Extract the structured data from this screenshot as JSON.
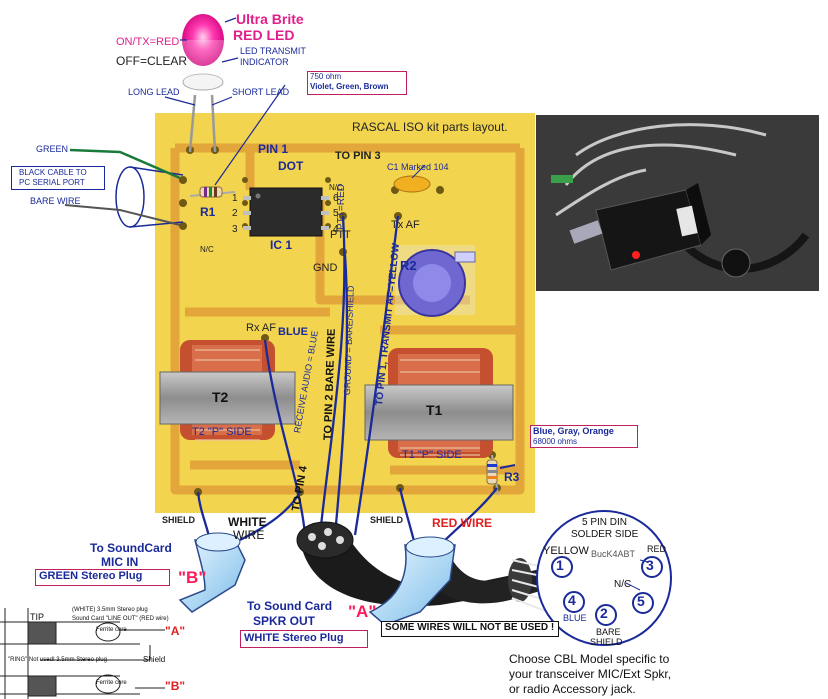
{
  "led": {
    "title1": "Ultra Brite",
    "title2": "RED LED",
    "on_state": "ON/TX=RED",
    "off_state": "OFF=CLEAR",
    "indicator1": "LED TRANSMIT",
    "indicator2": "INDICATOR",
    "long_lead": "LONG LEAD",
    "short_lead": "SHORT LEAD"
  },
  "resistor_r1": {
    "ohms": "750 ohm",
    "colors": "Violet, Green, Brown",
    "ref": "R1"
  },
  "board": {
    "title": "RASCAL ISO kit parts layout.",
    "pin1": "PIN 1",
    "dot": "DOT",
    "ic": "IC 1",
    "pins_left": [
      "1",
      "2",
      "3"
    ],
    "pins_right": [
      "6",
      "5",
      "4"
    ],
    "nc_left": "N/C",
    "nc_right": "N/C",
    "ptt": "PTT",
    "gnd": "GND",
    "tx_af": "Tx AF",
    "rx_af": "Rx AF",
    "blue": "BLUE",
    "c1": "C1 Marked 104",
    "to_pin3": "TO PIN 3",
    "ptt_red": "PTT=RED",
    "r2": "R2",
    "t1": "T1",
    "t2": "T2",
    "t1_side": "T1 \"P\" SIDE",
    "t2_side": "T2 \"P\" SIDE",
    "r3": "R3",
    "to_pin1": "TO PIN 1, TRANSMIT AF=YELLOW",
    "to_pin2": "TO PIN 2 BARE WIRE",
    "ground": "GROUND = BARE/SHIELD",
    "receive_audio": "RECEIVE AUDIO = BLUE",
    "to_pin4": "TO PIN 4"
  },
  "cable": {
    "green": "GREEN",
    "black_cable1": "BLACK CABLE TO",
    "black_cable2": "PC SERIAL PORT",
    "bare_wire": "BARE WIRE"
  },
  "r3_info": {
    "colors": "Blue, Gray, Orange",
    "ohms": "68000 ohms"
  },
  "plug_b": {
    "shield": "SHIELD",
    "white": "WHITE",
    "wire": "WIRE",
    "title1": "To SoundCard",
    "title2": "MIC IN",
    "plug": "GREEN Stereo Plug",
    "letter": "\"B\""
  },
  "plug_a": {
    "shield": "SHIELD",
    "red_wire": "RED WIRE",
    "title1": "To Sound Card",
    "title2": "SPKR OUT",
    "plug": "WHITE Stereo Plug",
    "letter": "\"A\"",
    "warning": "SOME WIRES WILL NOT BE USED !"
  },
  "din": {
    "title1": "5 PIN DIN",
    "title2": "SOLDER SIDE",
    "callsign": "BucK4ABT",
    "yellow": "YELLOW",
    "red": "RED",
    "nc": "N/C",
    "blue": "BLUE",
    "bare": "BARE",
    "shield": "SHIELD",
    "pins": [
      "1",
      "3",
      "4",
      "2",
      "5"
    ]
  },
  "inset": {
    "tip": "TIP",
    "line1": "(WHITE) 3.5mm Stereo plug",
    "line2": "Sound Card \"LINE OUT\" (RED wire)",
    "ring": "\"RING\" Not used!  3.5mm Stereo plug",
    "shield": "Shield",
    "ferrite": "Ferrite core",
    "a": "\"A\"",
    "b": "\"B\""
  },
  "footer": {
    "line1": "Choose CBL Model specific to",
    "line2": "your transceiver MIC/Ext Spkr,",
    "line3": "or radio Accessory jack."
  },
  "colors": {
    "board": "#f2d44f",
    "trace": "#e2a63a",
    "pink": "#e0208a",
    "navy": "#1a2a9a",
    "red": "#e02020"
  }
}
